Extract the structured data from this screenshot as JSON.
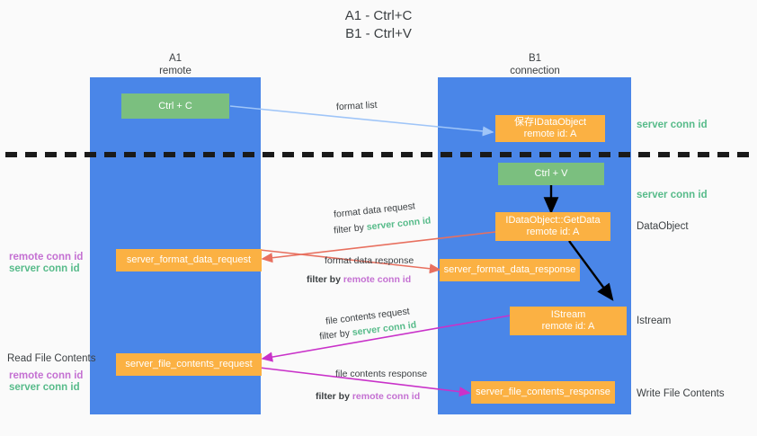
{
  "title": {
    "line1": "A1 - Ctrl+C",
    "line2": "B1 - Ctrl+V"
  },
  "columns": [
    {
      "name": "A1",
      "sub": "remote"
    },
    {
      "name": "B1",
      "sub": "connection"
    }
  ],
  "boxes": {
    "ctrl_c": "Ctrl + C",
    "ctrl_v": "Ctrl + V",
    "save_idataobject_l1": "保存IDataObject",
    "save_idataobject_l2": "remote id: A",
    "getdata_l1": "IDataObject::GetData",
    "getdata_l2": "remote id: A",
    "istream_l1": "IStream",
    "istream_l2": "remote id: A",
    "server_format_data_request": "server_format_data_request",
    "server_format_data_response": "server_format_data_response",
    "server_file_contents_request": "server_file_contents_request",
    "server_file_contents_response": "server_file_contents_response"
  },
  "right_labels": {
    "server_conn_id_top": "server conn id",
    "server_conn_id_mid": "server conn id",
    "dataobject": "DataObject",
    "istream": "Istream",
    "write_file_contents": "Write File Contents"
  },
  "left_labels": {
    "remote_conn_id_1": "remote conn id",
    "server_conn_id_1": "server conn id",
    "read_file_contents": "Read File Contents",
    "remote_conn_id_2": "remote conn id",
    "server_conn_id_2": "server conn id"
  },
  "edges": {
    "format_list": "format list",
    "format_data_request": "format data request",
    "format_data_request_filter_pre": "filter by ",
    "format_data_request_filter_key": "server conn id",
    "format_data_response": "format data response",
    "format_data_response_filter_pre": "filter by ",
    "format_data_response_filter_key": "remote conn id",
    "file_contents_request": "file contents request",
    "file_contents_request_filter_pre": "filter by ",
    "file_contents_request_filter_key": "server conn id",
    "file_contents_response": "file contents response",
    "file_contents_response_filter_pre": "filter by ",
    "file_contents_response_filter_key": "remote conn id"
  },
  "colors": {
    "lane": "#4a86e8",
    "green_box": "#7bbf7f",
    "orange_box": "#fbb143",
    "green_text": "#57bb8a",
    "purple_text": "#c470d2",
    "light_blue_arrow": "#9fc5f8",
    "red_arrow": "#e8705f",
    "magenta_arrow": "#c932c9",
    "black_arrow": "#000000",
    "background": "#fafafa"
  }
}
